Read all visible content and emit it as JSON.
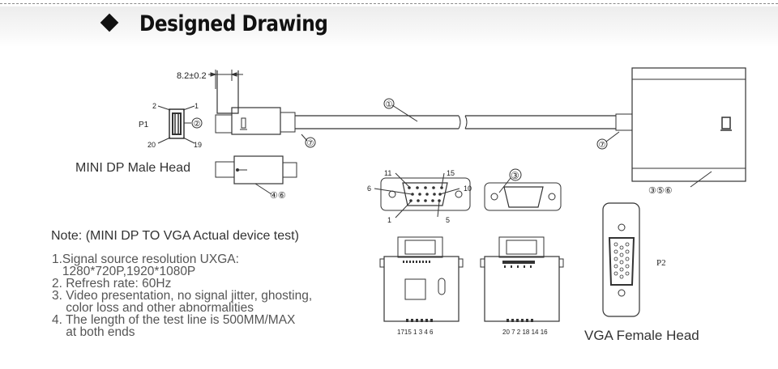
{
  "header": {
    "title": "Designed Drawing"
  },
  "drawing": {
    "dimension": "8.2±0.2",
    "p1_label": "P1",
    "p1_pins": {
      "top_left": "2",
      "top_right": "1",
      "bottom_left": "20",
      "bottom_right": "19"
    },
    "callouts": {
      "cable": "①",
      "p1_mark": "②",
      "vga_mark": "③",
      "strain_left": "⑦",
      "strain_right": "⑦",
      "mini_head": "④⑥",
      "vga_housing": "③⑤⑥"
    },
    "vga_pins": {
      "p11": "11",
      "p15": "15",
      "p6": "6",
      "p10": "10",
      "p1": "1",
      "p5": "5"
    },
    "pcb_left_pins": "1715 1 3 4 6",
    "pcb_right_pins": "20 7 2 18 14 16",
    "p2_label": "P2",
    "mini_dp_label": "MINI DP Male Head",
    "vga_female_label": "VGA Female Head"
  },
  "notes": {
    "title": "Note: (MINI DP TO VGA Actual device test)",
    "items": [
      "1.Signal source resolution UXGA:\n   1280*720P,1920*1080P",
      "2. Refresh rate: 60Hz",
      "3. Video presentation, no signal jitter, ghosting,\n    color loss and other abnormalities",
      "4. The length of the test line is 500MM/MAX\n    at both ends"
    ]
  }
}
